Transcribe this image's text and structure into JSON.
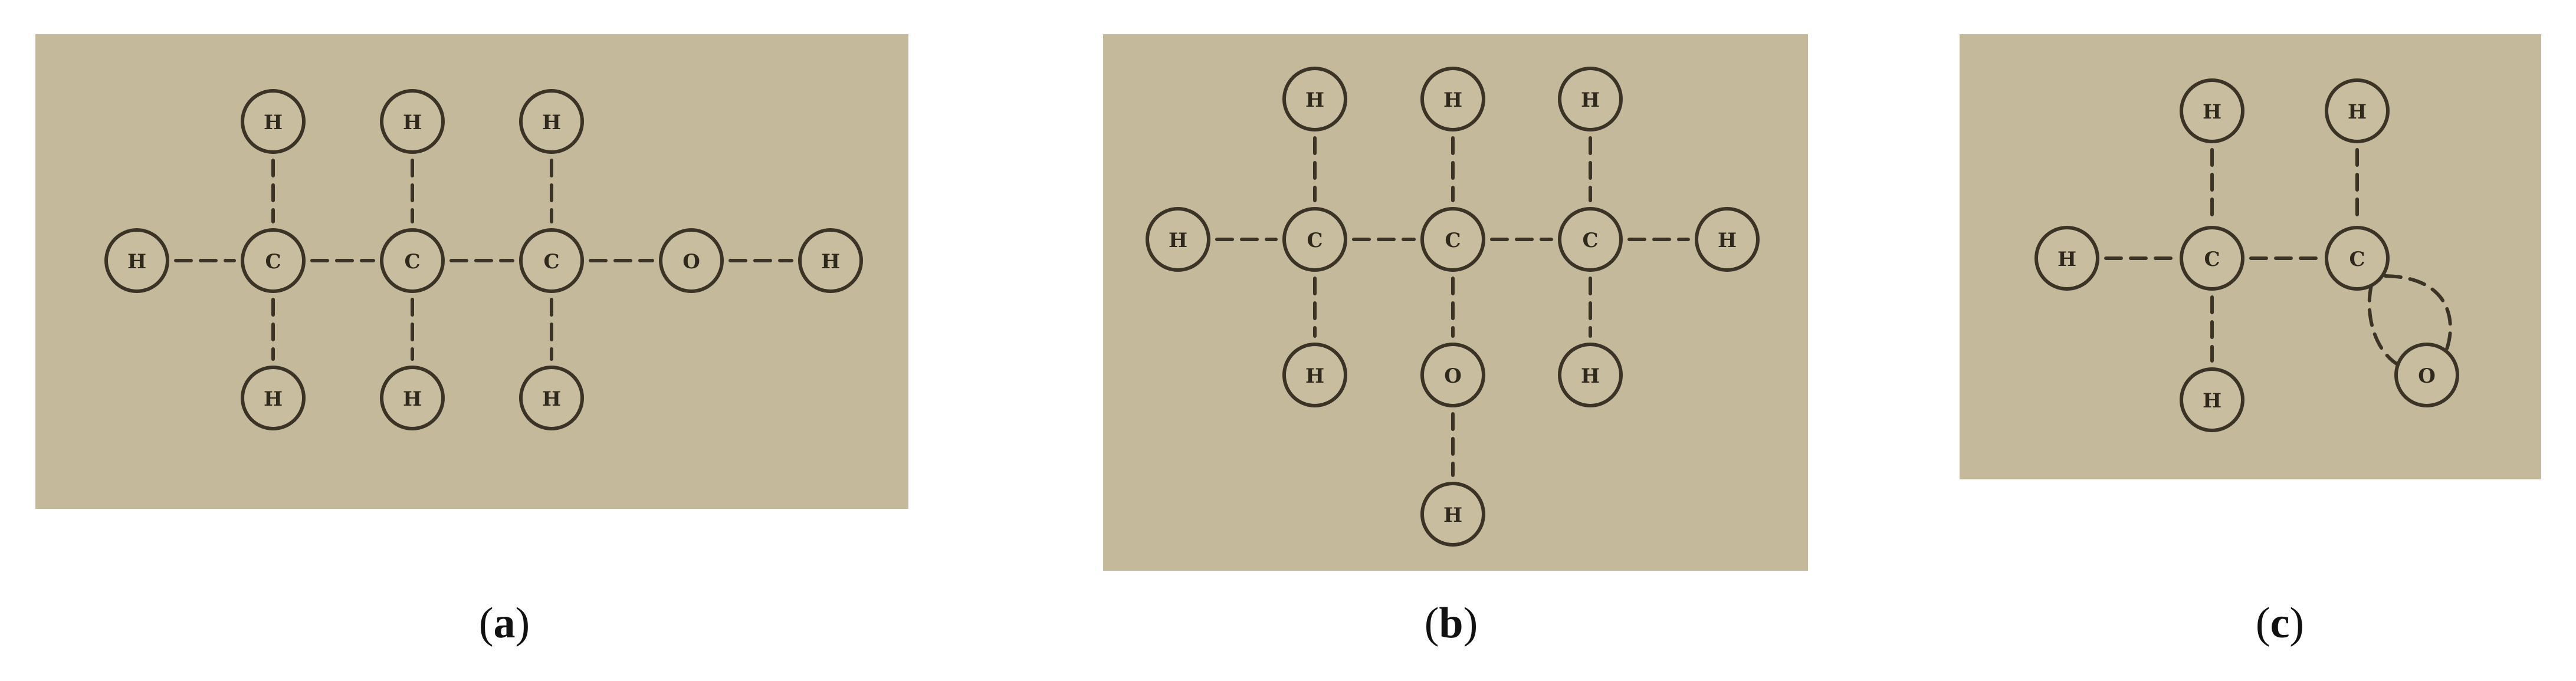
{
  "panels": [
    {
      "id": "a",
      "caption_open": "(",
      "caption_letter": "a",
      "caption_close": ")",
      "atoms": [
        {
          "id": "h1",
          "label": "H"
        },
        {
          "id": "c1",
          "label": "C"
        },
        {
          "id": "c2",
          "label": "C"
        },
        {
          "id": "c3",
          "label": "C"
        },
        {
          "id": "o1",
          "label": "O"
        },
        {
          "id": "h2",
          "label": "H"
        },
        {
          "id": "h3",
          "label": "H"
        },
        {
          "id": "h4",
          "label": "H"
        },
        {
          "id": "h5",
          "label": "H"
        },
        {
          "id": "h6",
          "label": "H"
        },
        {
          "id": "h7",
          "label": "H"
        },
        {
          "id": "h8",
          "label": "H"
        }
      ],
      "bonds": [
        [
          "h1",
          "c1"
        ],
        [
          "c1",
          "c2"
        ],
        [
          "c2",
          "c3"
        ],
        [
          "c3",
          "o1"
        ],
        [
          "o1",
          "h2"
        ],
        [
          "h3",
          "c1"
        ],
        [
          "h4",
          "c2"
        ],
        [
          "h5",
          "c3"
        ],
        [
          "c1",
          "h6"
        ],
        [
          "c2",
          "h7"
        ],
        [
          "c3",
          "h8"
        ]
      ]
    },
    {
      "id": "b",
      "caption_open": "(",
      "caption_letter": "b",
      "caption_close": ")",
      "atoms": [
        {
          "id": "h1",
          "label": "H"
        },
        {
          "id": "c1",
          "label": "C"
        },
        {
          "id": "c2",
          "label": "C"
        },
        {
          "id": "c3",
          "label": "C"
        },
        {
          "id": "h2",
          "label": "H"
        },
        {
          "id": "h3",
          "label": "H"
        },
        {
          "id": "h4",
          "label": "H"
        },
        {
          "id": "h5",
          "label": "H"
        },
        {
          "id": "h6",
          "label": "H"
        },
        {
          "id": "o1",
          "label": "O"
        },
        {
          "id": "h7",
          "label": "H"
        },
        {
          "id": "h8",
          "label": "H"
        }
      ],
      "bonds": [
        [
          "h1",
          "c1"
        ],
        [
          "c1",
          "c2"
        ],
        [
          "c2",
          "c3"
        ],
        [
          "c3",
          "h2"
        ],
        [
          "h3",
          "c1"
        ],
        [
          "h4",
          "c2"
        ],
        [
          "h5",
          "c3"
        ],
        [
          "c1",
          "h6"
        ],
        [
          "c2",
          "o1"
        ],
        [
          "c3",
          "h7"
        ],
        [
          "o1",
          "h8"
        ]
      ]
    },
    {
      "id": "c",
      "caption_open": "(",
      "caption_letter": "c",
      "caption_close": ")",
      "atoms": [
        {
          "id": "h1",
          "label": "H"
        },
        {
          "id": "c1",
          "label": "C"
        },
        {
          "id": "c2",
          "label": "C"
        },
        {
          "id": "h2",
          "label": "H"
        },
        {
          "id": "h3",
          "label": "H"
        },
        {
          "id": "h4",
          "label": "H"
        },
        {
          "id": "o1",
          "label": "O"
        }
      ],
      "bonds": [
        [
          "h1",
          "c1"
        ],
        [
          "c1",
          "c2"
        ],
        [
          "h2",
          "c1"
        ],
        [
          "h3",
          "c2"
        ],
        [
          "c1",
          "h4"
        ],
        [
          "c2",
          "o1"
        ]
      ]
    }
  ]
}
